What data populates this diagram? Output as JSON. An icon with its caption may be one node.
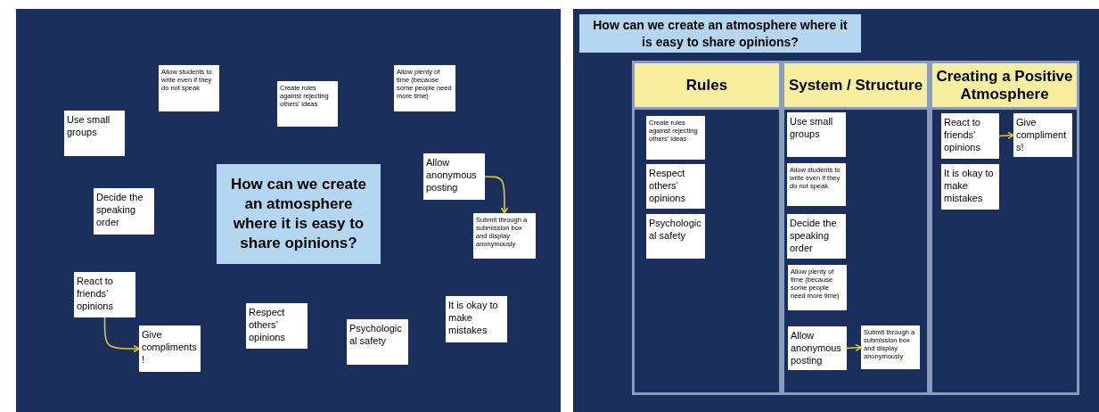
{
  "diagram": {
    "nodes": [
      {
        "text": [
          "Allow students to write even if they do not speak"
        ]
      },
      {
        "text": [
          "Create rules against rejecting others’ ideas"
        ]
      },
      {
        "text": [
          "Allow plenty of time (because some people need more time)"
        ]
      },
      {
        "text": [
          "Use small groups"
        ]
      },
      {
        "text": [
          "How can we create an atmosphere where it is easy to share opinions?"
        ]
      },
      {
        "text": [
          "Allow anonymous posting"
        ]
      },
      {
        "text": [
          "Decide the speaking order"
        ]
      },
      {
        "text": [
          "Submit through a submission box and display anonymously"
        ]
      },
      {
        "text": [
          "React to friends’ opinions"
        ]
      },
      {
        "text": [
          "Give compliments!"
        ]
      },
      {
        "text": [
          "Respect others’ opinions"
        ]
      },
      {
        "text": [
          "It is okay to make mistakes"
        ]
      },
      {
        "text": [
          "Psychological safety"
        ]
      },
      {
        "text": [
          "How can we create an atmosphere where it is easy to share opinions?"
        ]
      },
      {
        "text": [
          "Rules"
        ]
      },
      {
        "text": [
          "System / Structure"
        ]
      },
      {
        "text": [
          "Creating a Positive Atmosphere"
        ]
      },
      {
        "text": [
          "Create rules against rejecting others’ ideas"
        ],
        "in": 14
      },
      {
        "text": [
          "Respect others’ opinions"
        ],
        "in": 14
      },
      {
        "text": [
          "Psychological safety"
        ],
        "in": 14
      },
      {
        "text": [
          "Use small groups"
        ],
        "in": 15
      },
      {
        "text": [
          "Allow students to write even if they do not speak"
        ],
        "in": 15
      },
      {
        "text": [
          "Decide the speaking order"
        ],
        "in": 15
      },
      {
        "text": [
          "Allow plenty of time (because some people need more time)"
        ],
        "in": 15
      },
      {
        "text": [
          "Allow anonymous posting"
        ],
        "in": 15
      },
      {
        "text": [
          "Submit through a submission box and display anonymously"
        ],
        "in": 15
      },
      {
        "text": [
          "React to friends’ opinions"
        ],
        "in": 16
      },
      {
        "text": [
          "Give compliments!"
        ],
        "in": 16
      },
      {
        "text": [
          "It is okay to make mistakes"
        ],
        "in": 16
      }
    ],
    "edges": [
      {
        "from": 5,
        "to": 7,
        "arrow": "to"
      },
      {
        "from": 8,
        "to": 9,
        "arrow": "to"
      },
      {
        "from": 24,
        "to": 25,
        "arrow": "to"
      },
      {
        "from": 26,
        "to": 27,
        "arrow": "to"
      }
    ]
  }
}
